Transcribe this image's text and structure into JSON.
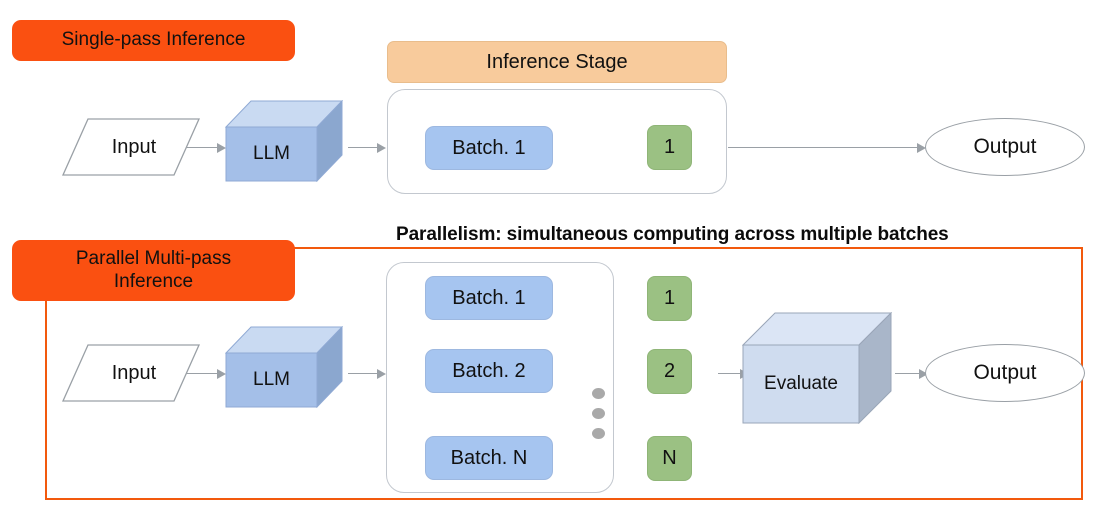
{
  "diagram": {
    "title_badges": {
      "single": "Single-pass Inference",
      "parallel_line1": "Parallel Multi-pass",
      "parallel_line2": "Inference"
    },
    "caption": "Parallelism: simultaneous computing across multiple batches",
    "colors": {
      "badge_orange": "#fa5011",
      "region_border": "#f2590d",
      "header_peach": "#f8cb9c",
      "batch_blue": "#a6c5f0",
      "index_green": "#9bc183",
      "cube_blue": "#a4bfe8",
      "cube_blue_light": "#c9daf2",
      "arrow_gray": "#9aa0a6"
    },
    "row_single": {
      "input_label": "Input",
      "model_label": "LLM",
      "stage_header": "Inference Stage",
      "batches": [
        {
          "name": "Batch. 1",
          "index": "1"
        }
      ],
      "output_label": "Output"
    },
    "row_parallel": {
      "input_label": "Input",
      "model_label": "LLM",
      "batches": [
        {
          "name": "Batch. 1",
          "index": "1"
        },
        {
          "name": "Batch. 2",
          "index": "2"
        },
        {
          "name": "Batch. N",
          "index": "N"
        }
      ],
      "ellipsis_dots": 3,
      "evaluate_label": "Evaluate",
      "output_label": "Output"
    }
  }
}
